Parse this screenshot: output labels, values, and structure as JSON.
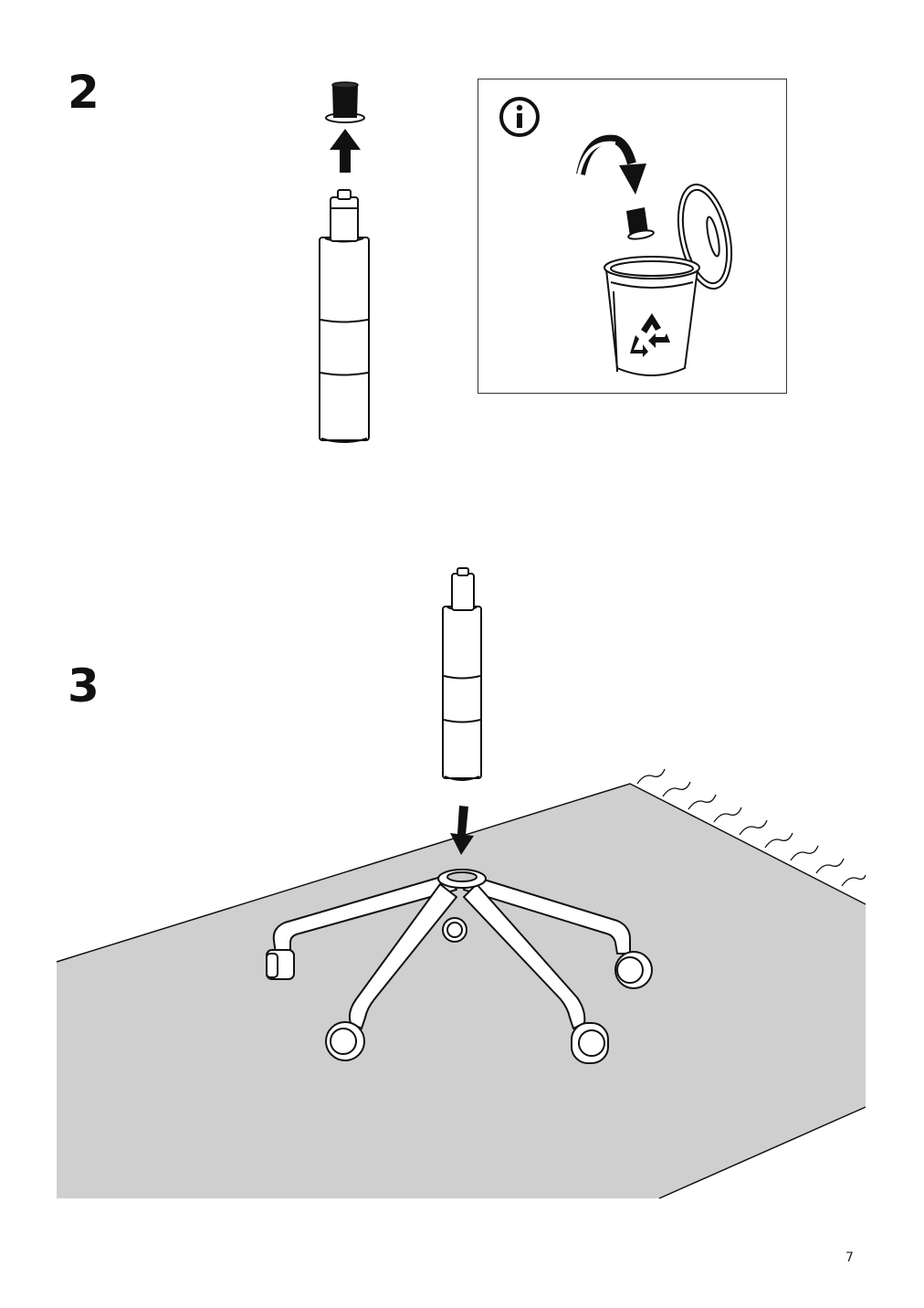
{
  "page": {
    "step_2_number": "2",
    "step_3_number": "3",
    "page_number": "7"
  },
  "icons": {
    "info": "info-circle-icon",
    "recycle": "recycle-icon"
  },
  "colors": {
    "ink": "#111111",
    "floor_gray": "#cfcfcf",
    "panel_border": "#333333"
  }
}
